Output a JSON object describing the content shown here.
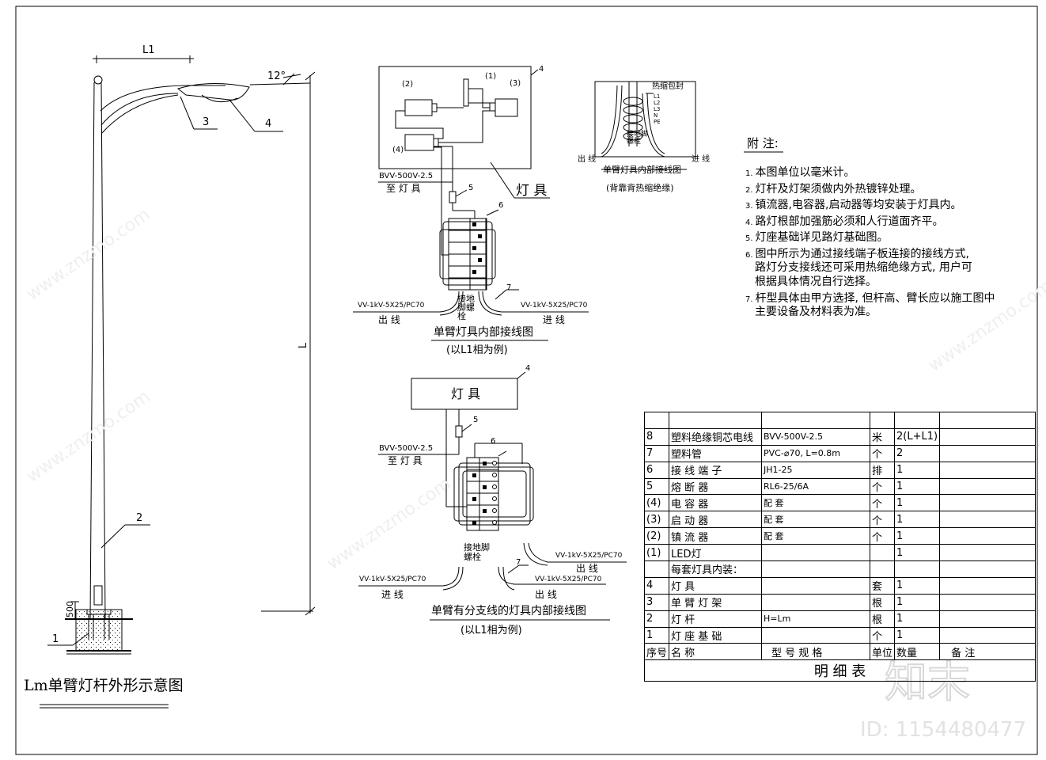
{
  "pole_drawing": {
    "title": "Lm单臂灯杆外形示意图",
    "dim_arm": "L1",
    "dim_height": "L",
    "angle": "12°",
    "base_depth": "500",
    "callouts": [
      "1",
      "2",
      "3",
      "4"
    ]
  },
  "wiring_top": {
    "lamp_label": "灯 具",
    "comp_1": "(1)",
    "comp_2": "(2)",
    "comp_3": "(3)",
    "comp_4": "(4)",
    "callout_4": "4",
    "callout_5": "5",
    "callout_6": "6",
    "callout_7": "7",
    "cable_to_lamp": "BVV-500V-2.5",
    "to_lamp": "至 灯 具",
    "ground_bolt": "接地脚螺栓",
    "cable_out": "VV-1kV-5X25/PC70",
    "out_label": "出 线",
    "cable_in": "VV-1kV-5X25/PC70",
    "in_label": "进 线",
    "caption": "单臂灯具内部接线图",
    "subcaption": "(以L1相为例)"
  },
  "heat_shrink": {
    "label": "热缩包封",
    "phases": [
      "L1",
      "L2",
      "L3",
      "N",
      "PE"
    ],
    "ground_bolt": "接地脚螺栓",
    "out_label": "出 线",
    "in_label": "进 线",
    "caption": "单臂灯具内部接线图",
    "subcaption": "(背靠背热缩绝缘)"
  },
  "wiring_bottom": {
    "lamp_label": "灯 具",
    "callout_4": "4",
    "callout_5": "5",
    "callout_6": "6",
    "callout_7": "7",
    "cable_to_lamp": "BVV-500V-2.5",
    "to_lamp": "至 灯 具",
    "ground_bolt": "接地脚螺栓",
    "cable_out": "VV-1kV-5X25/PC70",
    "out_label": "出 线",
    "cable_in": "VV-1kV-5X25/PC70",
    "in_label": "进 线",
    "caption": "单臂有分支线的灯具内部接线图",
    "subcaption": "(以L1相为例)"
  },
  "notes": {
    "title": "附 注:",
    "items": [
      {
        "num": "1.",
        "text": "本图单位以毫米计。"
      },
      {
        "num": "2.",
        "text": "灯杆及灯架须做内外热镀锌处理。"
      },
      {
        "num": "3.",
        "text": "镇流器,电容器,启动器等均安装于灯具内。"
      },
      {
        "num": "4.",
        "text": "路灯根部加强筋必须和人行道面齐平。"
      },
      {
        "num": "5.",
        "text": "灯座基础详见路灯基础图。"
      },
      {
        "num": "6.",
        "text": "图中所示为通过接线端子板连接的接线方式,"
      },
      {
        "num": "",
        "text": "路灯分支接线还可采用热缩绝缘方式, 用户可"
      },
      {
        "num": "",
        "text": "根据具体情况自行选择。"
      },
      {
        "num": "7.",
        "text": "杆型具体由甲方选择, 但杆高、臂长应以施工图中"
      },
      {
        "num": "",
        "text": "主要设备及材料表为准。"
      }
    ]
  },
  "table": {
    "rows": [
      [
        "",
        "",
        "",
        "",
        "",
        ""
      ],
      [
        "8",
        "塑料绝缘铜芯电线",
        "BVV-500V-2.5",
        "米",
        "2(L+L1)",
        ""
      ],
      [
        "7",
        "塑料管",
        "PVC-⌀70, L=0.8m",
        "个",
        "2",
        ""
      ],
      [
        "6",
        "接 线 端 子",
        "JH1-25",
        "排",
        "1",
        ""
      ],
      [
        "5",
        "熔 断 器",
        "RL6-25/6A",
        "个",
        "1",
        ""
      ],
      [
        "(4)",
        "电 容 器",
        "配  套",
        "个",
        "1",
        ""
      ],
      [
        "(3)",
        "启 动 器",
        "配  套",
        "个",
        "1",
        ""
      ],
      [
        "(2)",
        "镇 流 器",
        "配  套",
        "个",
        "1",
        ""
      ],
      [
        "(1)",
        "LED灯",
        "",
        "",
        "1",
        ""
      ],
      [
        "",
        "每套灯具内装：",
        "",
        "",
        "",
        ""
      ],
      [
        "4",
        "灯  具",
        "",
        "套",
        "1",
        ""
      ],
      [
        "3",
        "单 臂 灯 架",
        "",
        "根",
        "1",
        ""
      ],
      [
        "2",
        "灯  杆",
        "H=Lm",
        "根",
        "1",
        ""
      ],
      [
        "1",
        "灯 座 基 础",
        "",
        "个",
        "1",
        ""
      ]
    ],
    "header": [
      "序号",
      "名    称",
      "型  号  规  格",
      "单位",
      "数量",
      "备   注"
    ],
    "title": "明    细    表"
  },
  "watermark": {
    "brand": "知末",
    "site": "www.znzmo.com",
    "id": "ID: 1154480477"
  }
}
